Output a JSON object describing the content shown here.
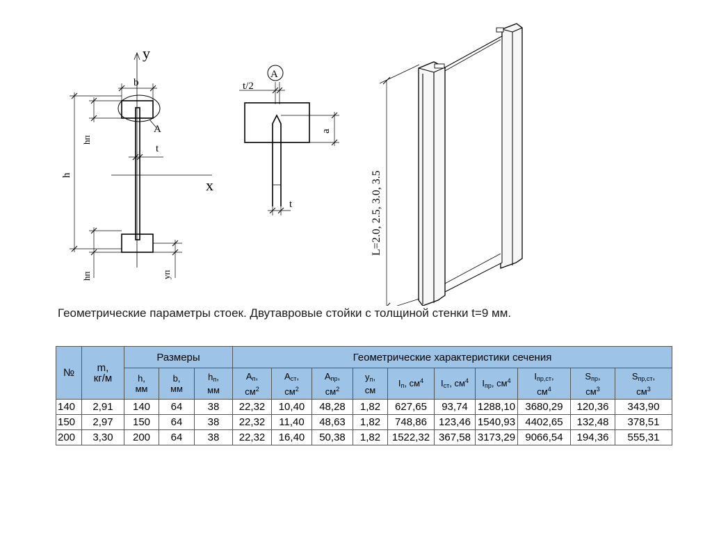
{
  "drawing": {
    "section_labels": {
      "axis_y": "y",
      "axis_x": "x",
      "b": "b",
      "h": "h",
      "hn_top": "hп",
      "hn_bottom": "hп",
      "t": "t",
      "yn": "yп",
      "callout": "A"
    },
    "detail_labels": {
      "circle": "A",
      "half_t": "t/2",
      "a": "a",
      "t": "t"
    },
    "iso_label": "L=2.0, 2.5, 3.0, 3.5"
  },
  "caption": "Геометрические параметры стоек. Двутавровые стойки с толщиной стенки t=9 мм.",
  "table": {
    "col_no": "№",
    "col_m": "m,",
    "col_m_unit": "кг/м",
    "group_dims": "Размеры",
    "group_geom": "Геометрические характеристики сечения",
    "dims": [
      {
        "sym": "h,",
        "sub": "",
        "unit": "мм"
      },
      {
        "sym": "b,",
        "sub": "",
        "unit": "мм"
      },
      {
        "sym": "h",
        "sub": "п",
        "tail": ",",
        "unit": "мм"
      }
    ],
    "geom": [
      {
        "sym": "A",
        "sub": "п",
        "tail": ",",
        "unit": "см",
        "sup": "2",
        "two_line": true
      },
      {
        "sym": "A",
        "sub": "ст",
        "tail": ",",
        "unit": "см",
        "sup": "2",
        "two_line": true
      },
      {
        "sym": "A",
        "sub": "пр",
        "tail": ",",
        "unit": "см",
        "sup": "2",
        "two_line": true
      },
      {
        "sym": "y",
        "sub": "п",
        "tail": ",",
        "unit": "см",
        "sup": "",
        "two_line": true
      },
      {
        "sym": "I",
        "sub": "п",
        "tail": ", см",
        "unit": "",
        "sup": "4",
        "two_line": false
      },
      {
        "sym": "I",
        "sub": "ст",
        "tail": ", см",
        "unit": "",
        "sup": "4",
        "two_line": false
      },
      {
        "sym": "I",
        "sub": "пр",
        "tail": ", см",
        "unit": "",
        "sup": "4",
        "two_line": false
      },
      {
        "sym": "I",
        "sub": "пр,ст",
        "tail": ",",
        "unit": "см",
        "sup": "4",
        "two_line": true
      },
      {
        "sym": "S",
        "sub": "пр",
        "tail": ",",
        "unit": "см",
        "sup": "3",
        "two_line": true
      },
      {
        "sym": "S",
        "sub": "пр,ст",
        "tail": ",",
        "unit": "см",
        "sup": "3",
        "two_line": true
      }
    ],
    "rows": [
      [
        "140",
        "2,91",
        "140",
        "64",
        "38",
        "22,32",
        "10,40",
        "48,28",
        "1,82",
        "627,65",
        "93,74",
        "1288,10",
        "3680,29",
        "120,36",
        "343,90"
      ],
      [
        "150",
        "2,97",
        "150",
        "64",
        "38",
        "22,32",
        "11,40",
        "48,63",
        "1,82",
        "748,86",
        "123,46",
        "1540,93",
        "4402,65",
        "132,48",
        "378,51"
      ],
      [
        "200",
        "3,30",
        "200",
        "64",
        "38",
        "22,32",
        "16,40",
        "50,38",
        "1,82",
        "1522,32",
        "367,58",
        "3173,29",
        "9066,54",
        "194,36",
        "555,31"
      ]
    ]
  }
}
